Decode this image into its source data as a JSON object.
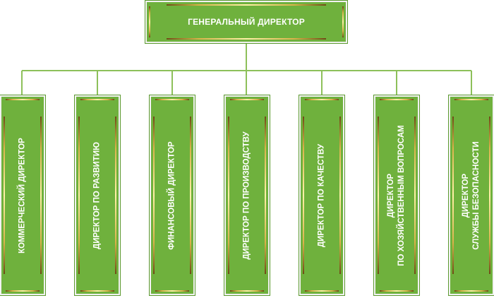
{
  "top": {
    "label": "ГЕНЕРАЛЬНЫЙ ДИРЕКТОР"
  },
  "departments": [
    {
      "lines": [
        "КОММЕРЧЕСКИЙ ДИРЕКТОР"
      ]
    },
    {
      "lines": [
        "ДИРЕКТОР ПО РАЗВИТИЮ"
      ]
    },
    {
      "lines": [
        "ФИНАНСОВЫЙ ДИРЕКТОР"
      ]
    },
    {
      "lines": [
        "ДИРЕКТОР ПО ПРОИЗВОДСТВУ"
      ]
    },
    {
      "lines": [
        "ДИРЕКТОР ПО КАЧЕСТВУ"
      ]
    },
    {
      "lines": [
        "ДИРЕКТОР",
        "ПО ХОЗЯЙСТВЕННЫМ ВОПРОСАМ"
      ]
    },
    {
      "lines": [
        "ДИРЕКТОР",
        "СЛУЖБЫ БЕЗОПАСНОСТИ"
      ]
    }
  ],
  "colors": {
    "box_fill": "#6fb13d",
    "connector": "#8dc05a",
    "text": "#ffffff"
  }
}
